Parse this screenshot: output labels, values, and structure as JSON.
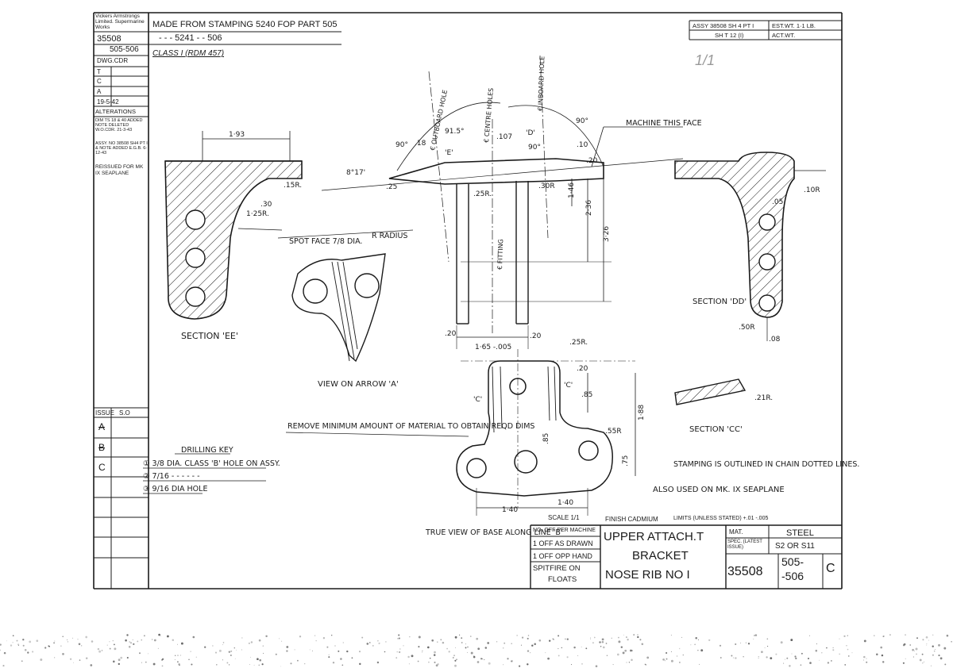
{
  "header": {
    "company": "Vickers Armstrongs Limited. Supermarine Works",
    "made_from_1": "MADE FROM STAMPING 5240 FOP PART 505",
    "made_from_2": "-  -  -  5241  -  -  506",
    "class_note": "CLASS I (RDM 457)",
    "assy_ref": "ASSY 38508 SH 4 PT I",
    "sheet_ref": "SH T 12 (I)",
    "est_wt": "EST.WT. 1·1 LB.",
    "act_wt": "ACT.WT.",
    "handwritten": "1/1"
  },
  "left_column": {
    "drawing_no": "35508",
    "part_no": "505-506",
    "rows": [
      "DWG.CDR",
      "T",
      "C",
      "A",
      "19-5-42",
      "ALTERATIONS"
    ],
    "alt_note_a": "DIM TS 18 & 40 ADDED NOTE DELETED W.O.CDR. 21-3-43",
    "alt_note_b": "ASSY. NO 38508 SH4 PT I & NOTE ADDED E.G.B. 6-12-43",
    "reissued": "REISSUED FOR MK IX SEAPLANE",
    "issue_label": "ISSUE",
    "so_label": "S.O",
    "issues": [
      "A",
      "B",
      "C"
    ]
  },
  "views": {
    "section_ee": "SECTION 'EE'",
    "view_arrow_a": "VIEW ON ARROW 'A'",
    "section_dd": "SECTION 'DD'",
    "section_cc": "SECTION 'CC'",
    "true_view": "TRUE VIEW OF BASE ALONG LINE 'B'"
  },
  "notes": {
    "spot_face": "SPOT FACE 7/8 DIA.",
    "radius": "R RADIUS",
    "machine_face": "MACHINE THIS FACE",
    "remove_material": "REMOVE MINIMUM AMOUNT OF MATERIAL TO OBTAIN REQD DIMS",
    "drilling_key": "DRILLING KEY",
    "drill_1": "① 3/8 DIA. CLASS 'B' HOLE ON ASSY.",
    "drill_2": "② 7/16 -  -  -  -  -  -",
    "drill_3": "③ 9/16 DIA HOLE",
    "stamping": "STAMPING IS OUTLINED IN CHAIN DOTTED LINES.",
    "also_used": "ALSO USED ON MK. IX SEAPLANE",
    "outboard_hole": "€ OUTBOARD HOLE",
    "centre_holes": "€ CENTRE HOLES",
    "inboard_hole": "€ INBOARD HOLE",
    "fitting": "€ FITTING"
  },
  "dims": {
    "d193": "1·93",
    "d817": "8°17'",
    "d15r": ".15R.",
    "d30a": ".30",
    "d125r": "1·25R.",
    "d90a": "90°",
    "d18": ".18",
    "d915": "91.5°",
    "d107": ".107",
    "dD": "'D'",
    "d90b": "90°",
    "d90c": "90°",
    "d10": ".10",
    "d20a": ".20",
    "dE": "'E'",
    "d25": ".25",
    "d25r": ".25R.",
    "d30r": ".30R",
    "d146": "1·46",
    "d236": "2·36",
    "d326": "3·26",
    "d20b": ".20",
    "d165": "1·65 -.005",
    "d20c": ".20",
    "d05": ".05",
    "d10r": ".10R",
    "d50r": ".50R",
    "d08": ".08",
    "d25r2": ".25R.",
    "d20d": ".20",
    "d85": ".85",
    "dC1": "'C'",
    "dC2": "'C'",
    "d55r": ".55R",
    "d188": "1·88",
    "d75": ".75",
    "d85b": ".85",
    "d140a": "1·40",
    "d140b": "1·40",
    "d21r": ".21R."
  },
  "title_block": {
    "scale": "SCALE 1/1",
    "finish": "FINISH CADMIUM",
    "limits": "LIMITS (UNLESS STATED) +.01 -.005",
    "no_off_header": "NO. OFF PER MACHINE",
    "off_drawn": "1 OFF AS DRAWN",
    "off_opp": "1 OFF OPP HAND",
    "aircraft_1": "SPITFIRE ON",
    "aircraft_2": "FLOATS",
    "title_1": "UPPER ATTACH.T",
    "title_2": "BRACKET",
    "title_3": "NOSE RIB NO I",
    "mat_label": "MAT.",
    "mat_value": "STEEL",
    "spec_label": "SPEC. (LATEST ISSUE)",
    "spec_value": "S2 OR S11",
    "drawing_no": "35508",
    "part_no_1": "505-",
    "part_no_2": "-506",
    "issue": "C"
  }
}
